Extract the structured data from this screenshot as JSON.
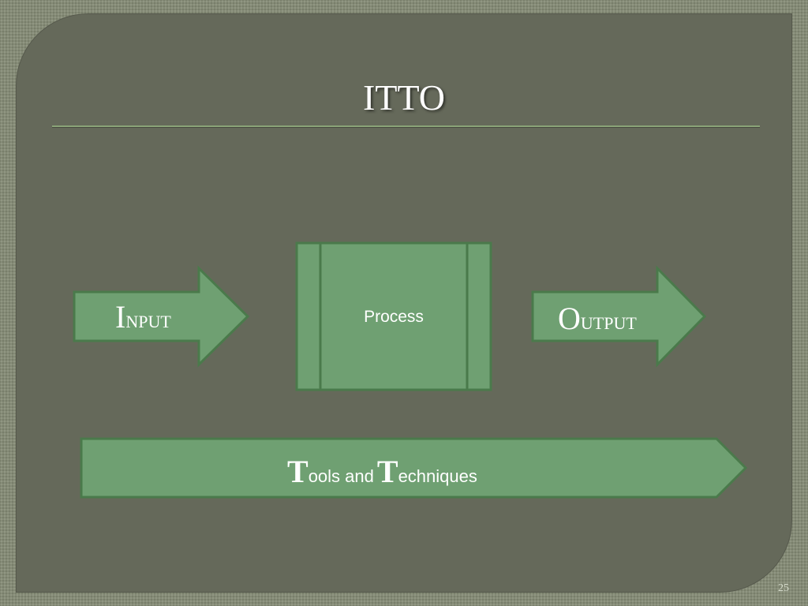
{
  "slide": {
    "title": "ITTO",
    "page_number": "25"
  },
  "diagram": {
    "input": {
      "initial": "I",
      "rest": "NPUT"
    },
    "process": {
      "label": "Process"
    },
    "output": {
      "initial": "O",
      "rest": "UTPUT"
    },
    "tools_techniques": {
      "initial_1": "T",
      "word_1": "ools and",
      "initial_2": "T",
      "word_2": "echniques"
    }
  },
  "colors": {
    "shape_fill": "#6fa072",
    "shape_border": "#4a7a4b",
    "slide_bg": "#65695a",
    "outer_bg": "#858b76"
  }
}
